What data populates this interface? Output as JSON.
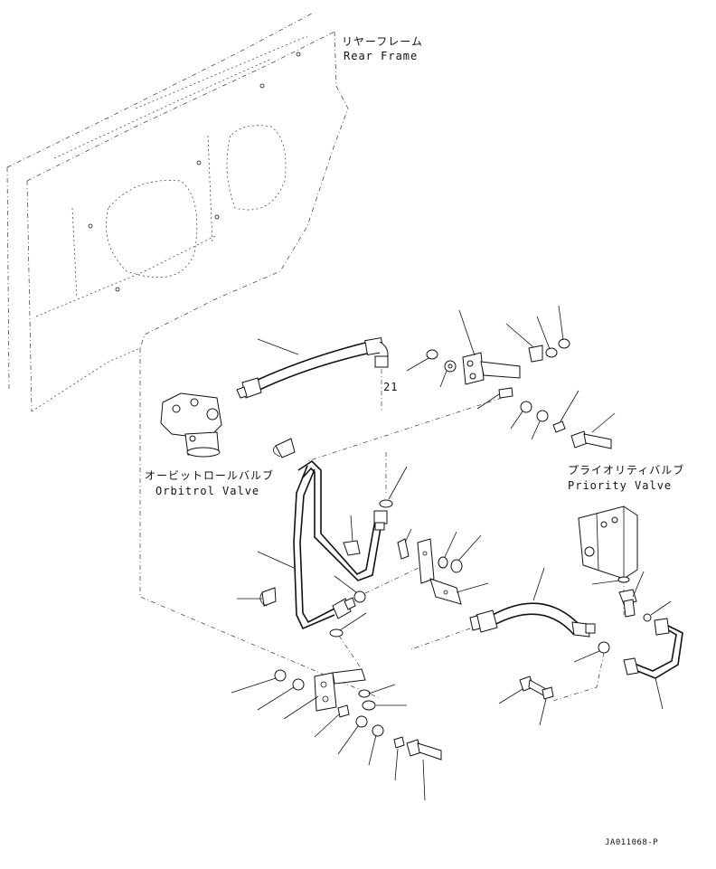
{
  "labels": {
    "rear_frame_jp": "リヤーフレーム",
    "rear_frame_en": "Rear Frame",
    "orbitrol_jp": "オービットロールバルブ",
    "orbitrol_en": "Orbitrol Valve",
    "priority_jp": "プライオリティバルブ",
    "priority_en": "Priority Valve",
    "callout_number": "21",
    "drawing_id": "JA011068-P"
  }
}
